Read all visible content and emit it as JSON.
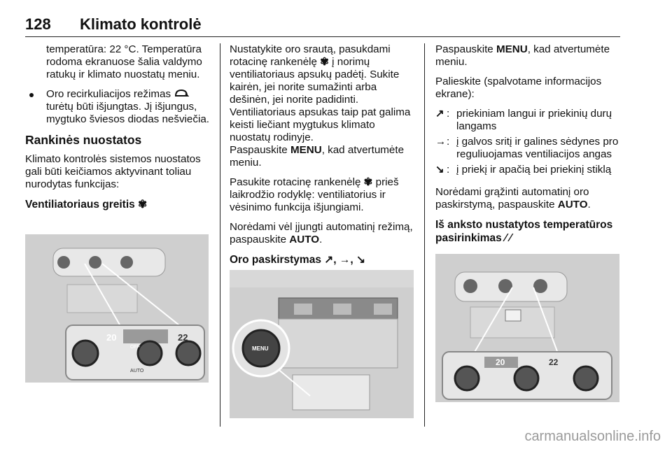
{
  "header": {
    "page_number": "128",
    "title": "Klimato kontrolė"
  },
  "col1": {
    "p_cont": "temperatūra: 22 °C. Temperatūra rodoma ekranuose šalia valdymo ratukų ir klimato nuostatų meniu.",
    "bullet_1": "Oro recirkuliacijos režimas",
    "bullet_1_tail": "turėtų būti išjungtas. Jį išjungus, mygtuko šviesos diodas nešviečia.",
    "heading_manual": "Rankinės nuostatos",
    "p_manual": "Klimato kontrolės sistemos nuostatos gali būti keičiamos aktyvinant toliau nurodytas funkcijas:",
    "heading_fan": "Ventiliatoriaus greitis",
    "fig_display": [
      "20",
      "22",
      "OFF",
      "AUTO"
    ]
  },
  "col2": {
    "p_fan": "Nustatykite oro srautą, pasukdami rotacinę rankenėlę",
    "p_fan_tail": "į norimų ventiliatoriaus apsukų padėtį. Sukite kairėn, jei norite sumažinti arba dešinėn, jei norite padidinti. Ventiliatoriaus apsukas taip pat galima keisti liečiant mygtukus klimato nuostatų rodinyje.",
    "p_menu_pre": "Paspauskite",
    "menu_word": "MENU",
    "p_menu_post": ", kad atvertumėte meniu.",
    "p_rot_pre": "Pasukite rotacinę rankenėlę",
    "p_rot_post": "prieš laikrodžio rodyklę: ventiliatorius ir vėsinimo funkcija išjungiami.",
    "p_auto_pre": "Norėdami vėl įjungti automatinį režimą, paspauskite",
    "auto_word": "AUTO",
    "p_auto_post": ".",
    "heading_dist": "Oro paskirstymas",
    "fig_menu_label": "MENU"
  },
  "col3": {
    "p_menu_pre": "Paspauskite",
    "menu_word": "MENU",
    "p_menu_post": ", kad atvertumėte meniu.",
    "p_touch": "Palieskite (spalvotame informacijos ekrane):",
    "defs": [
      "priekiniam langui ir priekinių durų langams",
      "į galvos sritį ir galines sėdynes pro reguliuojamas ventiliacijos angas",
      "į priekį ir apačią bei priekinį stiklą"
    ],
    "p_auto_pre": "Norėdami grąžinti automatinį oro paskirstymą, paspauskite",
    "auto_word": "AUTO",
    "p_auto_post": ".",
    "heading_temp": "Iš anksto nustatytos temperatūros pasirinkimas",
    "fig_display": [
      "20",
      "22"
    ]
  },
  "watermark": "carmanualsonline.info",
  "icons": [
    "fan-icon",
    "recirculation-icon",
    "airflow-windscreen-icon",
    "airflow-head-icon",
    "airflow-feet-icon",
    "temperature-knob-icon"
  ]
}
